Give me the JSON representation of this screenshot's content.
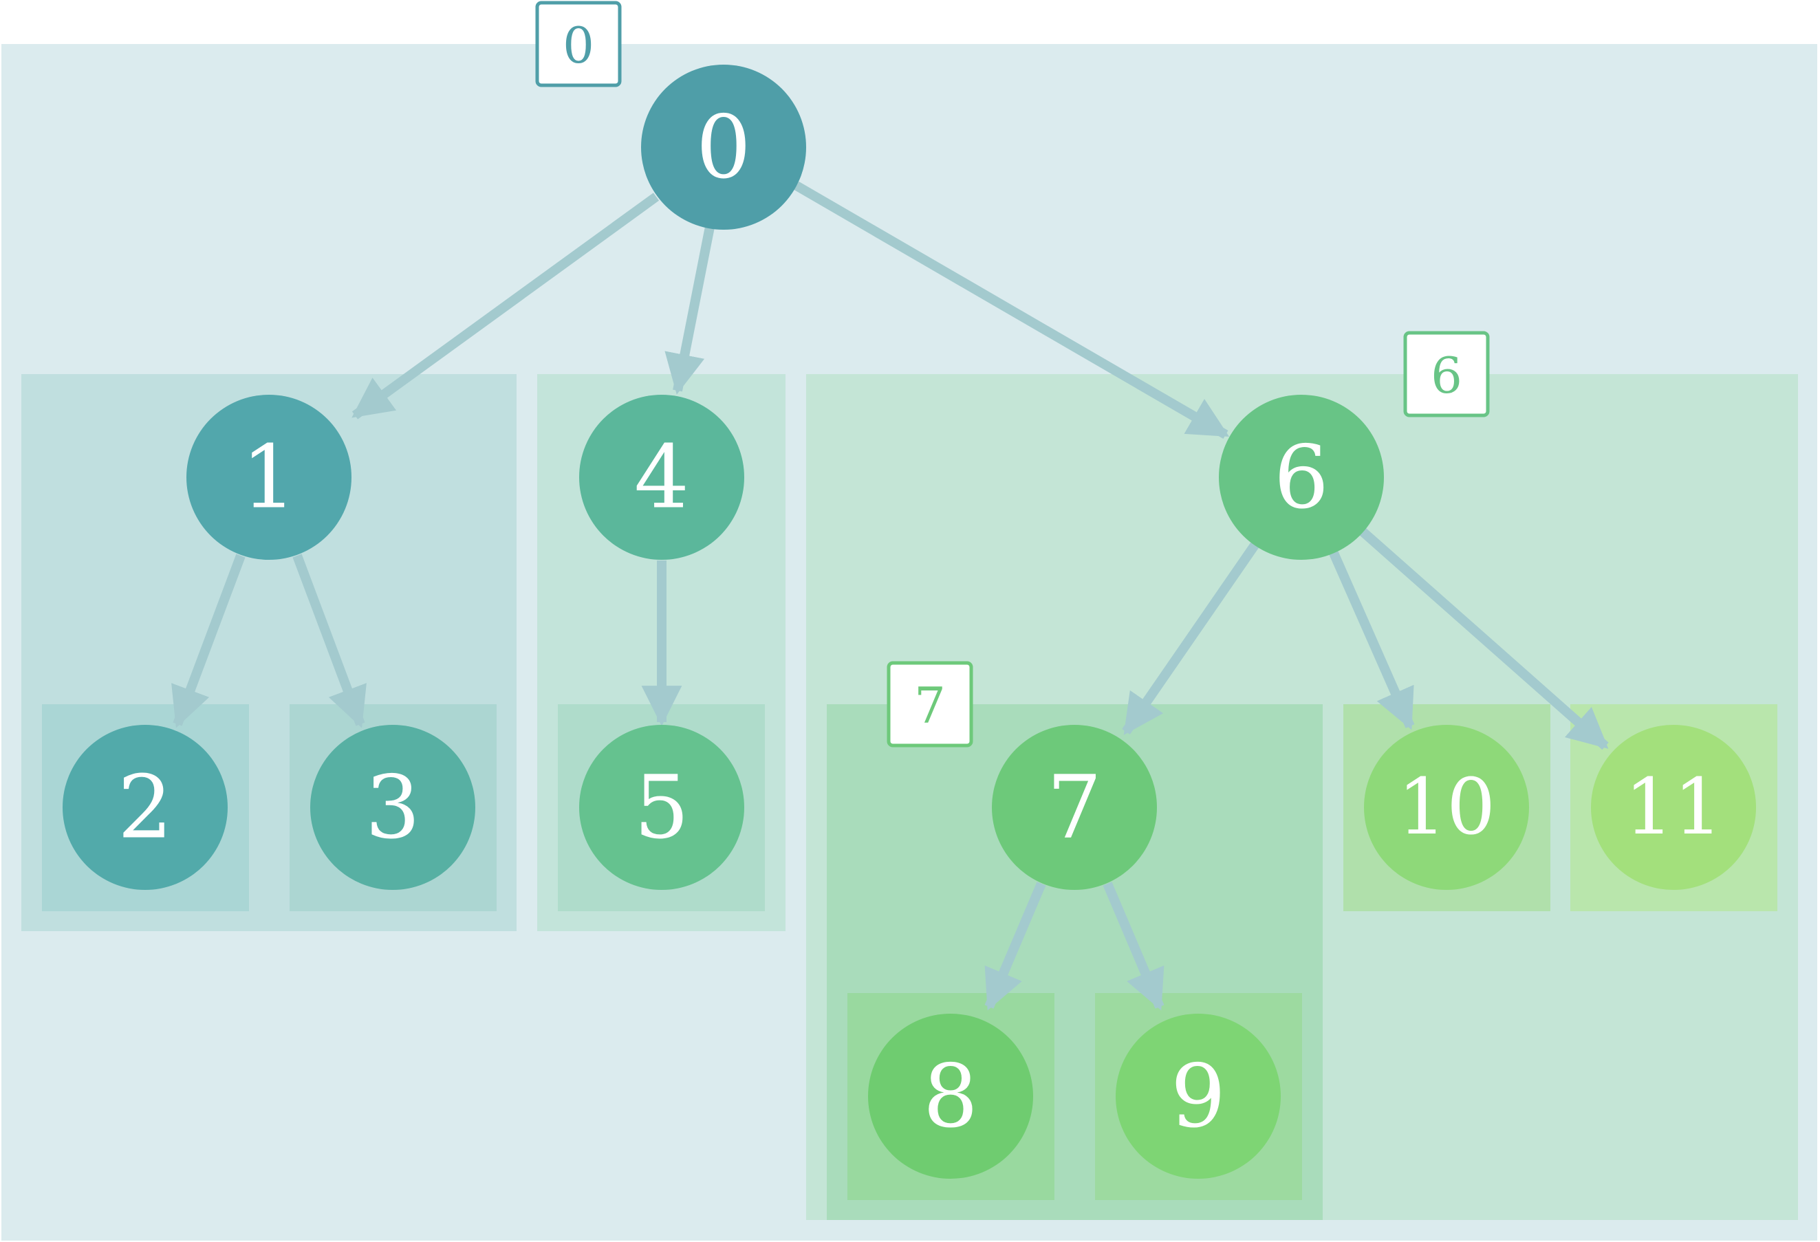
{
  "diagram": {
    "nodes": [
      {
        "id": "0",
        "label": "0",
        "color": "#4f9ea8"
      },
      {
        "id": "1",
        "label": "1",
        "color": "#52a7ac"
      },
      {
        "id": "2",
        "label": "2",
        "color": "#52aaaa"
      },
      {
        "id": "3",
        "label": "3",
        "color": "#57b0a3"
      },
      {
        "id": "4",
        "label": "4",
        "color": "#5bb79b"
      },
      {
        "id": "5",
        "label": "5",
        "color": "#65c28f"
      },
      {
        "id": "6",
        "label": "6",
        "color": "#68c486"
      },
      {
        "id": "7",
        "label": "7",
        "color": "#6dc97a"
      },
      {
        "id": "8",
        "label": "8",
        "color": "#6fcc70"
      },
      {
        "id": "9",
        "label": "9",
        "color": "#7ed574"
      },
      {
        "id": "10",
        "label": "10",
        "color": "#8ed979"
      },
      {
        "id": "11",
        "label": "11",
        "color": "#a3e07c"
      }
    ],
    "edges": [
      {
        "from": "0",
        "to": "1"
      },
      {
        "from": "0",
        "to": "4"
      },
      {
        "from": "0",
        "to": "6"
      },
      {
        "from": "1",
        "to": "2"
      },
      {
        "from": "1",
        "to": "3"
      },
      {
        "from": "4",
        "to": "5"
      },
      {
        "from": "6",
        "to": "7"
      },
      {
        "from": "6",
        "to": "10"
      },
      {
        "from": "6",
        "to": "11"
      },
      {
        "from": "7",
        "to": "8"
      },
      {
        "from": "7",
        "to": "9"
      }
    ],
    "tags": [
      {
        "for": "0",
        "label": "0",
        "color": "#4f9ea8"
      },
      {
        "for": "6",
        "label": "6",
        "color": "#68c486"
      },
      {
        "for": "7",
        "label": "7",
        "color": "#6dc97a"
      }
    ],
    "edge_color": "#a3cace"
  }
}
